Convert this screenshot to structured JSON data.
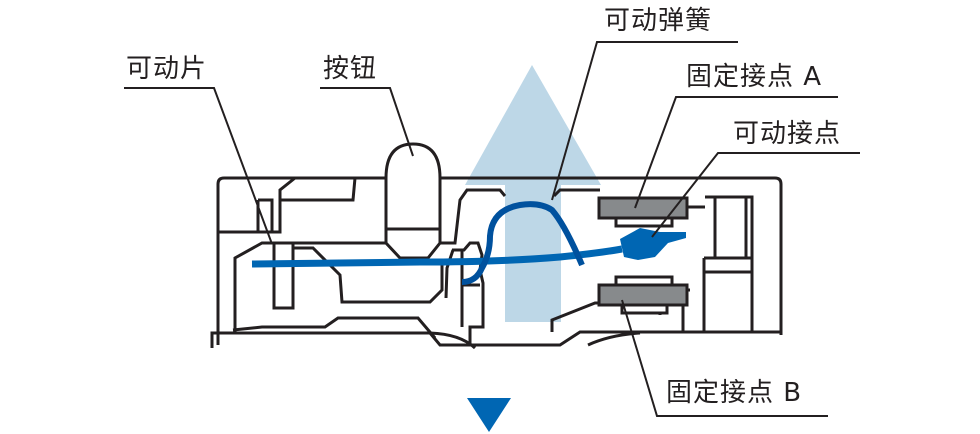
{
  "diagram": {
    "title": "Micro switch internal structure",
    "labels": {
      "movable_piece": "可动片",
      "button": "按钮",
      "movable_spring": "可动弹簧",
      "fixed_contact_a": "固定接点 A",
      "movable_contact": "可动接点",
      "fixed_contact_b": "固定接点 B"
    },
    "arrows": {
      "up": {
        "meaning": "button-released-direction",
        "color": "#bdd7e7"
      },
      "down": {
        "meaning": "press-direction",
        "color": "#0066b3"
      }
    },
    "colors": {
      "outline": "#231f20",
      "movable_piece": "#0066b3",
      "movable_spring": "#00519e",
      "fixed_contact": "#878a8c",
      "up_arrow": "#bdd7e7",
      "down_arrow": "#0066b3"
    }
  }
}
